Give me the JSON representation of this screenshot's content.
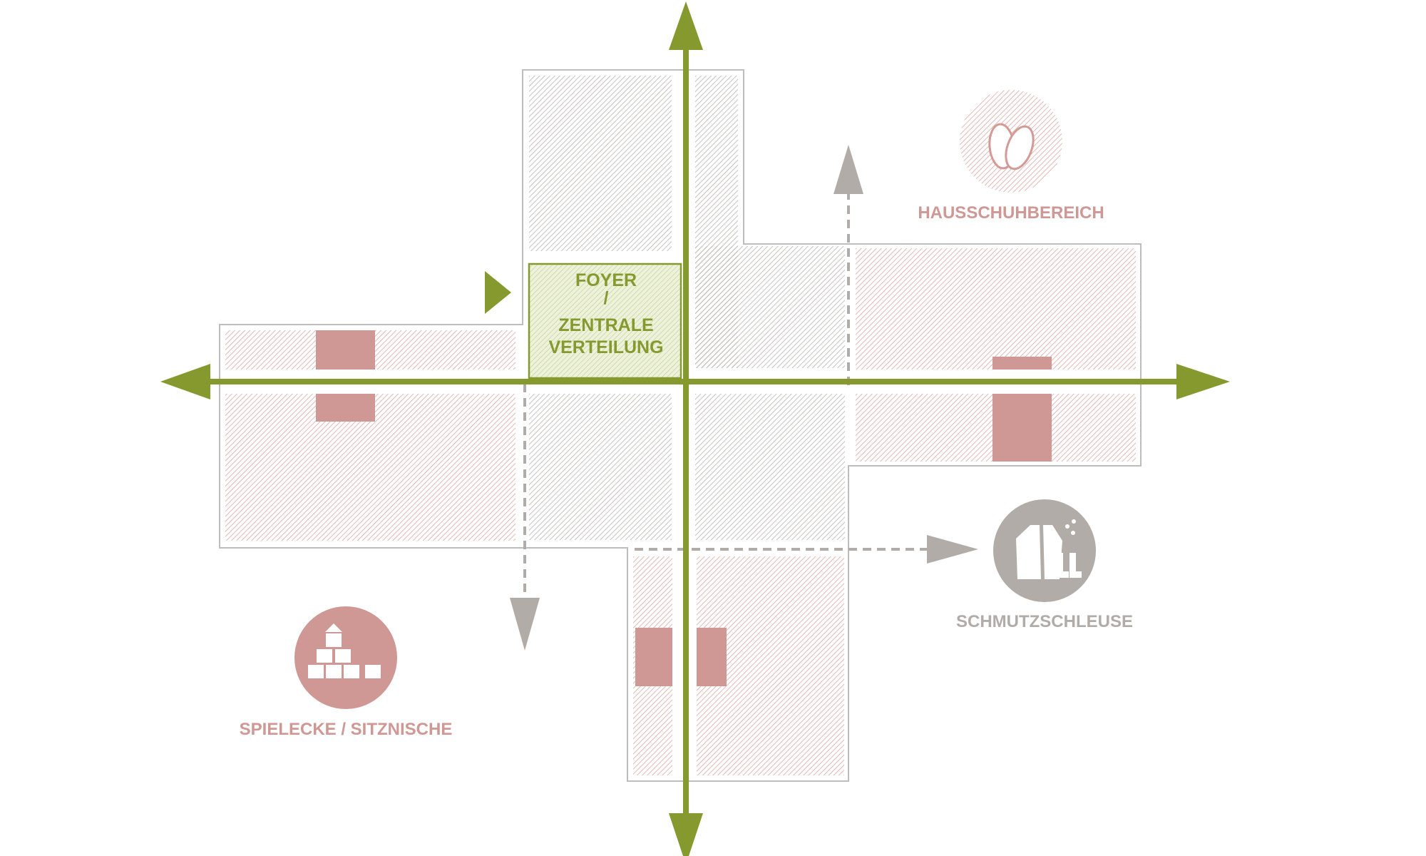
{
  "foyer": {
    "line1": "FOYER",
    "line2": "/",
    "line3": "ZENTRALE",
    "line4": "VERTEILUNG"
  },
  "zones": [
    {
      "id": "hausschuh",
      "label": "HAUSSCHUHBEREICH",
      "icon": "slippers-icon"
    },
    {
      "id": "schmutz",
      "label": "SCHMUTZSCHLEUSE",
      "icon": "coat-and-boots-icon"
    },
    {
      "id": "spiel",
      "label": "SPIELECKE / SITZNISCHE",
      "icon": "building-blocks-icon"
    }
  ],
  "colors": {
    "green": "#86992e",
    "green_light": "#dde6bf",
    "pink": "#cf9894",
    "pink_hatch": "#dba7a3",
    "grey": "#b1aca8",
    "grey_hatch": "#b7b4b1",
    "outline": "#bdbdbd"
  }
}
